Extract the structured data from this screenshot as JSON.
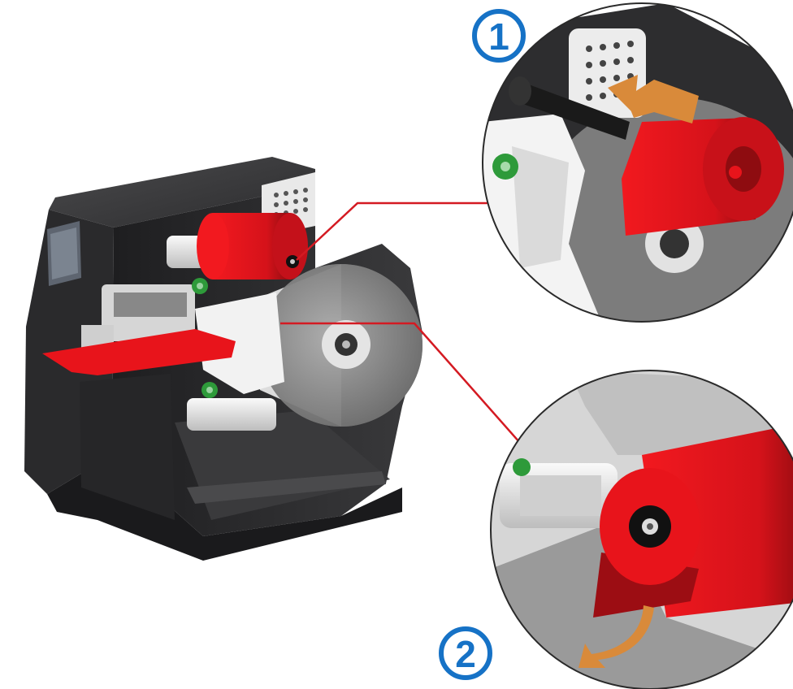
{
  "steps": [
    {
      "number": "1"
    },
    {
      "number": "2"
    }
  ],
  "colors": {
    "ribbon_red": "#e8141b",
    "ribbon_dark": "#8e0c10",
    "printer_body": "#2b2b2d",
    "printer_top": "#3a3a3c",
    "media_roll": "#8a8a8a",
    "metal_light": "#e6e6e6",
    "knob_green": "#2e9a3a",
    "callout_line": "#d41a22",
    "arrow_orange": "#d98a3a",
    "badge_blue": "#1672c6"
  },
  "icons": [
    "printer-illustration",
    "ribbon-roll",
    "media-roll",
    "green-knob",
    "orange-arrow"
  ]
}
